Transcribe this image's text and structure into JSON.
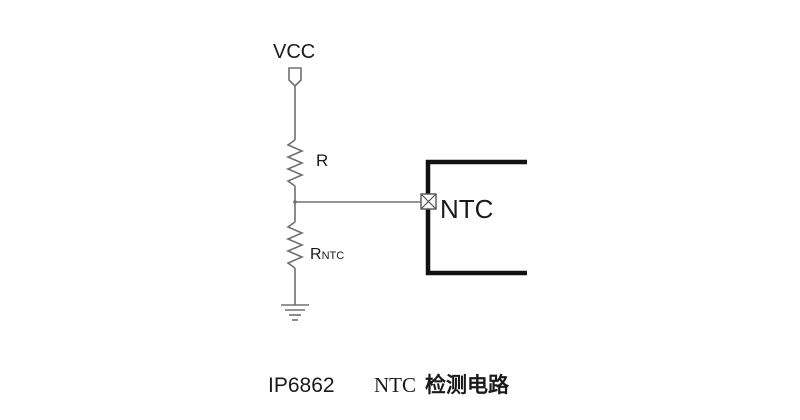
{
  "diagram": {
    "title": "NTC detection circuit",
    "supply_label": "VCC",
    "resistor_label": "R",
    "ntc_resistor": {
      "main": "R",
      "subscript": "NTC"
    },
    "pin_label": "NTC",
    "caption": {
      "part": "IP6862",
      "text_latin": "NTC",
      "text_cjk": "检测电路"
    },
    "colors": {
      "wire": "#707070",
      "chip_outline": "#111111",
      "text": "#1a1a1a",
      "background": "#ffffff"
    }
  }
}
